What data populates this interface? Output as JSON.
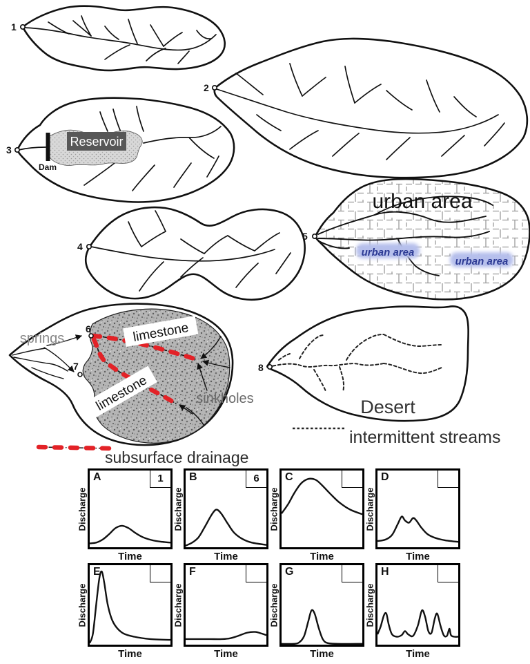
{
  "colors": {
    "ink": "#111111",
    "subsurface_red": "#e32227",
    "urban_text_blue": "#2c3a94",
    "urban_glow_blue": "#b6bfec",
    "reservoir_box_fill": "#575757",
    "reservoir_text": "#ffffff",
    "springs_gray": "#868686",
    "sinkholes_gray": "#6b6b6b"
  },
  "watersheds": [
    {
      "number": "1",
      "type": "small basin"
    },
    {
      "number": "2",
      "type": "large basin"
    },
    {
      "number": "3",
      "labels": {
        "reservoir": "Reservoir",
        "dam": "Dam"
      }
    },
    {
      "number": "4",
      "type": "elongated basin"
    },
    {
      "number": "5",
      "labels": {
        "title": "urban area",
        "tag1": "urban area",
        "tag2": "urban area"
      }
    },
    {
      "number": "6"
    },
    {
      "number": "7"
    },
    {
      "number": "8",
      "labels": {
        "desert": "Desert"
      }
    }
  ],
  "karst": {
    "springs": "springs",
    "sinkholes": "sinkholes",
    "limestone_upper": "limestone",
    "limestone_lower": "limestone"
  },
  "legends": {
    "subsurface": "subsurface drainage",
    "intermittent": "intermittent streams"
  },
  "chart_data": {
    "type": "line",
    "ylabel": "Discharge",
    "xlabel": "Time",
    "axis_note": "unlabeled sketch hydrographs, discharge vs time, values normalized 0-1",
    "plots": [
      {
        "letter": "A",
        "corner_value": "1",
        "curve": [
          [
            0,
            0.05
          ],
          [
            0.08,
            0.06
          ],
          [
            0.16,
            0.1
          ],
          [
            0.24,
            0.17
          ],
          [
            0.32,
            0.25
          ],
          [
            0.4,
            0.28
          ],
          [
            0.48,
            0.25
          ],
          [
            0.56,
            0.19
          ],
          [
            0.66,
            0.13
          ],
          [
            0.78,
            0.09
          ],
          [
            0.9,
            0.07
          ],
          [
            1,
            0.06
          ]
        ]
      },
      {
        "letter": "B",
        "corner_value": "6",
        "curve": [
          [
            0,
            0.02
          ],
          [
            0.08,
            0.06
          ],
          [
            0.16,
            0.13
          ],
          [
            0.24,
            0.27
          ],
          [
            0.32,
            0.42
          ],
          [
            0.38,
            0.49
          ],
          [
            0.44,
            0.44
          ],
          [
            0.52,
            0.31
          ],
          [
            0.6,
            0.19
          ],
          [
            0.7,
            0.11
          ],
          [
            0.82,
            0.06
          ],
          [
            1,
            0.03
          ]
        ]
      },
      {
        "letter": "C",
        "corner_value": "",
        "curve": [
          [
            0,
            0.44
          ],
          [
            0.08,
            0.56
          ],
          [
            0.16,
            0.71
          ],
          [
            0.24,
            0.83
          ],
          [
            0.33,
            0.89
          ],
          [
            0.42,
            0.88
          ],
          [
            0.5,
            0.81
          ],
          [
            0.6,
            0.7
          ],
          [
            0.72,
            0.58
          ],
          [
            0.85,
            0.49
          ],
          [
            1,
            0.43
          ]
        ]
      },
      {
        "letter": "D",
        "corner_value": "",
        "curve": [
          [
            0,
            0.08
          ],
          [
            0.1,
            0.1
          ],
          [
            0.18,
            0.16
          ],
          [
            0.25,
            0.3
          ],
          [
            0.3,
            0.4
          ],
          [
            0.34,
            0.35
          ],
          [
            0.39,
            0.32
          ],
          [
            0.44,
            0.38
          ],
          [
            0.48,
            0.35
          ],
          [
            0.54,
            0.26
          ],
          [
            0.62,
            0.17
          ],
          [
            0.72,
            0.12
          ],
          [
            0.84,
            0.09
          ],
          [
            1,
            0.07
          ]
        ]
      },
      {
        "letter": "E",
        "corner_value": "",
        "curve": [
          [
            0,
            0.02
          ],
          [
            0.04,
            0.14
          ],
          [
            0.08,
            0.5
          ],
          [
            0.12,
            0.84
          ],
          [
            0.15,
            0.92
          ],
          [
            0.18,
            0.78
          ],
          [
            0.22,
            0.52
          ],
          [
            0.27,
            0.33
          ],
          [
            0.33,
            0.22
          ],
          [
            0.42,
            0.14
          ],
          [
            0.55,
            0.1
          ],
          [
            0.75,
            0.07
          ],
          [
            1,
            0.06
          ]
        ]
      },
      {
        "letter": "F",
        "corner_value": "",
        "curve": [
          [
            0,
            0.07
          ],
          [
            0.15,
            0.07
          ],
          [
            0.3,
            0.07
          ],
          [
            0.45,
            0.07
          ],
          [
            0.55,
            0.08
          ],
          [
            0.65,
            0.11
          ],
          [
            0.76,
            0.15
          ],
          [
            0.86,
            0.16
          ],
          [
            0.94,
            0.14
          ],
          [
            1,
            0.12
          ]
        ]
      },
      {
        "letter": "G",
        "corner_value": "",
        "curve": [
          [
            0,
            0.01
          ],
          [
            0.15,
            0.01
          ],
          [
            0.22,
            0.03
          ],
          [
            0.28,
            0.11
          ],
          [
            0.33,
            0.29
          ],
          [
            0.37,
            0.43
          ],
          [
            0.41,
            0.39
          ],
          [
            0.46,
            0.21
          ],
          [
            0.51,
            0.07
          ],
          [
            0.57,
            0.02
          ],
          [
            0.7,
            0.01
          ],
          [
            1,
            0.01
          ]
        ]
      },
      {
        "letter": "H",
        "corner_value": "",
        "curve": [
          [
            0,
            0.13
          ],
          [
            0.04,
            0.23
          ],
          [
            0.08,
            0.37
          ],
          [
            0.11,
            0.39
          ],
          [
            0.14,
            0.25
          ],
          [
            0.18,
            0.13
          ],
          [
            0.24,
            0.1
          ],
          [
            0.3,
            0.12
          ],
          [
            0.34,
            0.17
          ],
          [
            0.38,
            0.13
          ],
          [
            0.44,
            0.11
          ],
          [
            0.5,
            0.24
          ],
          [
            0.55,
            0.43
          ],
          [
            0.59,
            0.35
          ],
          [
            0.63,
            0.17
          ],
          [
            0.67,
            0.15
          ],
          [
            0.71,
            0.33
          ],
          [
            0.74,
            0.39
          ],
          [
            0.78,
            0.24
          ],
          [
            0.82,
            0.12
          ],
          [
            0.86,
            0.11
          ],
          [
            0.89,
            0.2
          ],
          [
            0.91,
            0.12
          ],
          [
            0.95,
            0.1
          ],
          [
            1,
            0.1
          ]
        ]
      }
    ]
  }
}
